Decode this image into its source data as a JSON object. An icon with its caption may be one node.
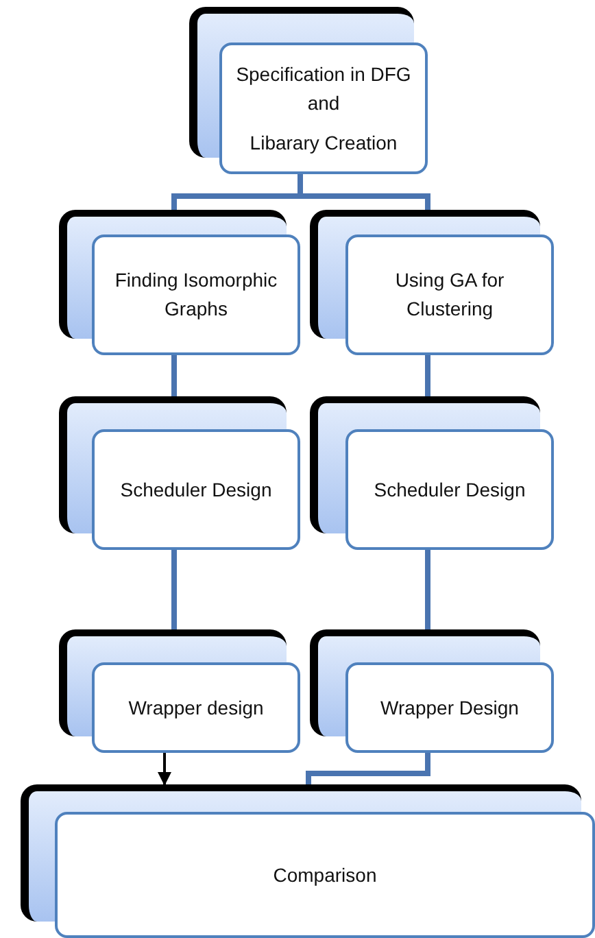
{
  "diagram": {
    "nodes": [
      {
        "text": [
          "Specification in DFG and",
          "Libarary Creation"
        ]
      },
      {
        "text": [
          "Finding Isomorphic Graphs"
        ]
      },
      {
        "text": [
          "Using GA for Clustering"
        ]
      },
      {
        "text": [
          "Scheduler Design"
        ]
      },
      {
        "text": [
          "Scheduler Design"
        ]
      },
      {
        "text": [
          "Wrapper design"
        ]
      },
      {
        "text": [
          "Wrapper Design"
        ]
      },
      {
        "text": [
          "Comparison"
        ]
      }
    ],
    "edges": [
      {
        "from": 0,
        "to": 1,
        "arrow": "none"
      },
      {
        "from": 0,
        "to": 2,
        "arrow": "none"
      },
      {
        "from": 1,
        "to": 3,
        "arrow": "none"
      },
      {
        "from": 2,
        "to": 4,
        "arrow": "none"
      },
      {
        "from": 3,
        "to": 5,
        "arrow": "none"
      },
      {
        "from": 4,
        "to": 6,
        "arrow": "none"
      },
      {
        "from": 5,
        "to": 7,
        "arrow": "to",
        "color": "#000000"
      },
      {
        "from": 6,
        "to": 7,
        "arrow": "none"
      }
    ]
  }
}
